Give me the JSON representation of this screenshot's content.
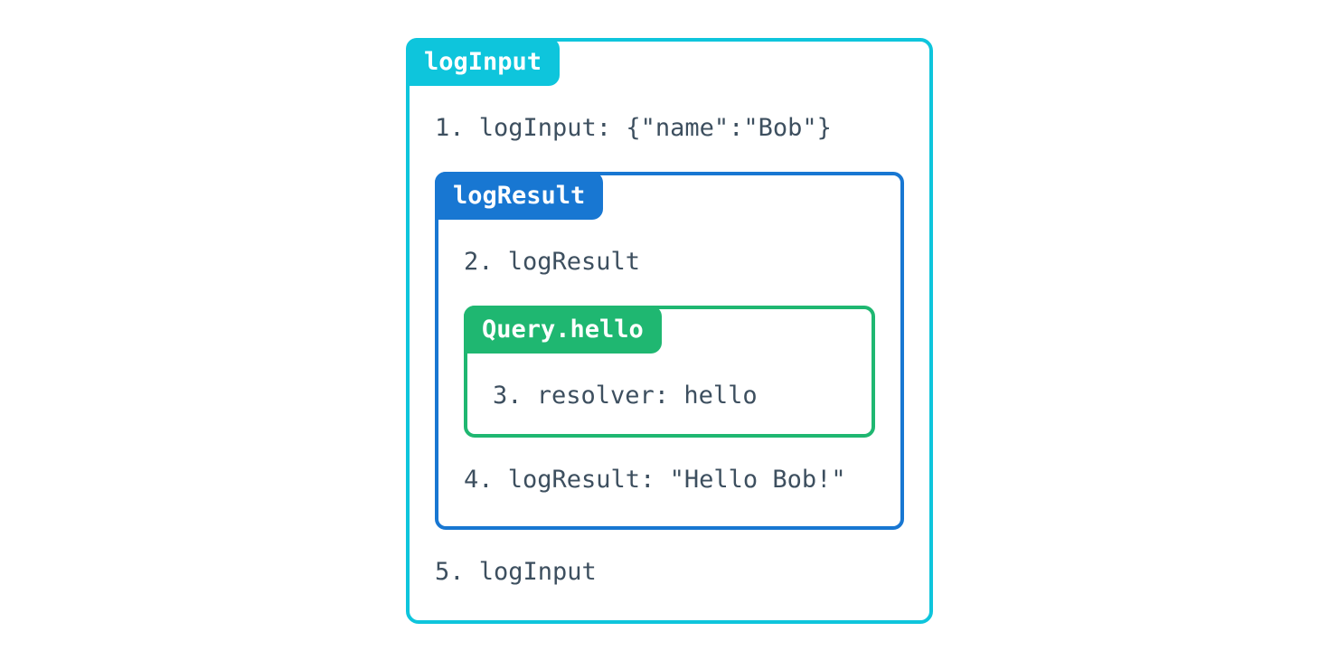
{
  "diagram": {
    "background": "#ffffff",
    "text_color": "#3d4f5f",
    "spans": {
      "logInput": {
        "label": "logInput",
        "color": "#0ec5dc",
        "line_enter": "1. logInput: {\"name\":\"Bob\"}",
        "line_exit": "5. logInput"
      },
      "logResult": {
        "label": "logResult",
        "color": "#1877d2",
        "line_enter": "2. logResult",
        "line_exit": "4. logResult: \"Hello Bob!\""
      },
      "resolver": {
        "label": "Query.hello",
        "color": "#1fb771",
        "line_enter": "3. resolver: hello"
      }
    }
  }
}
